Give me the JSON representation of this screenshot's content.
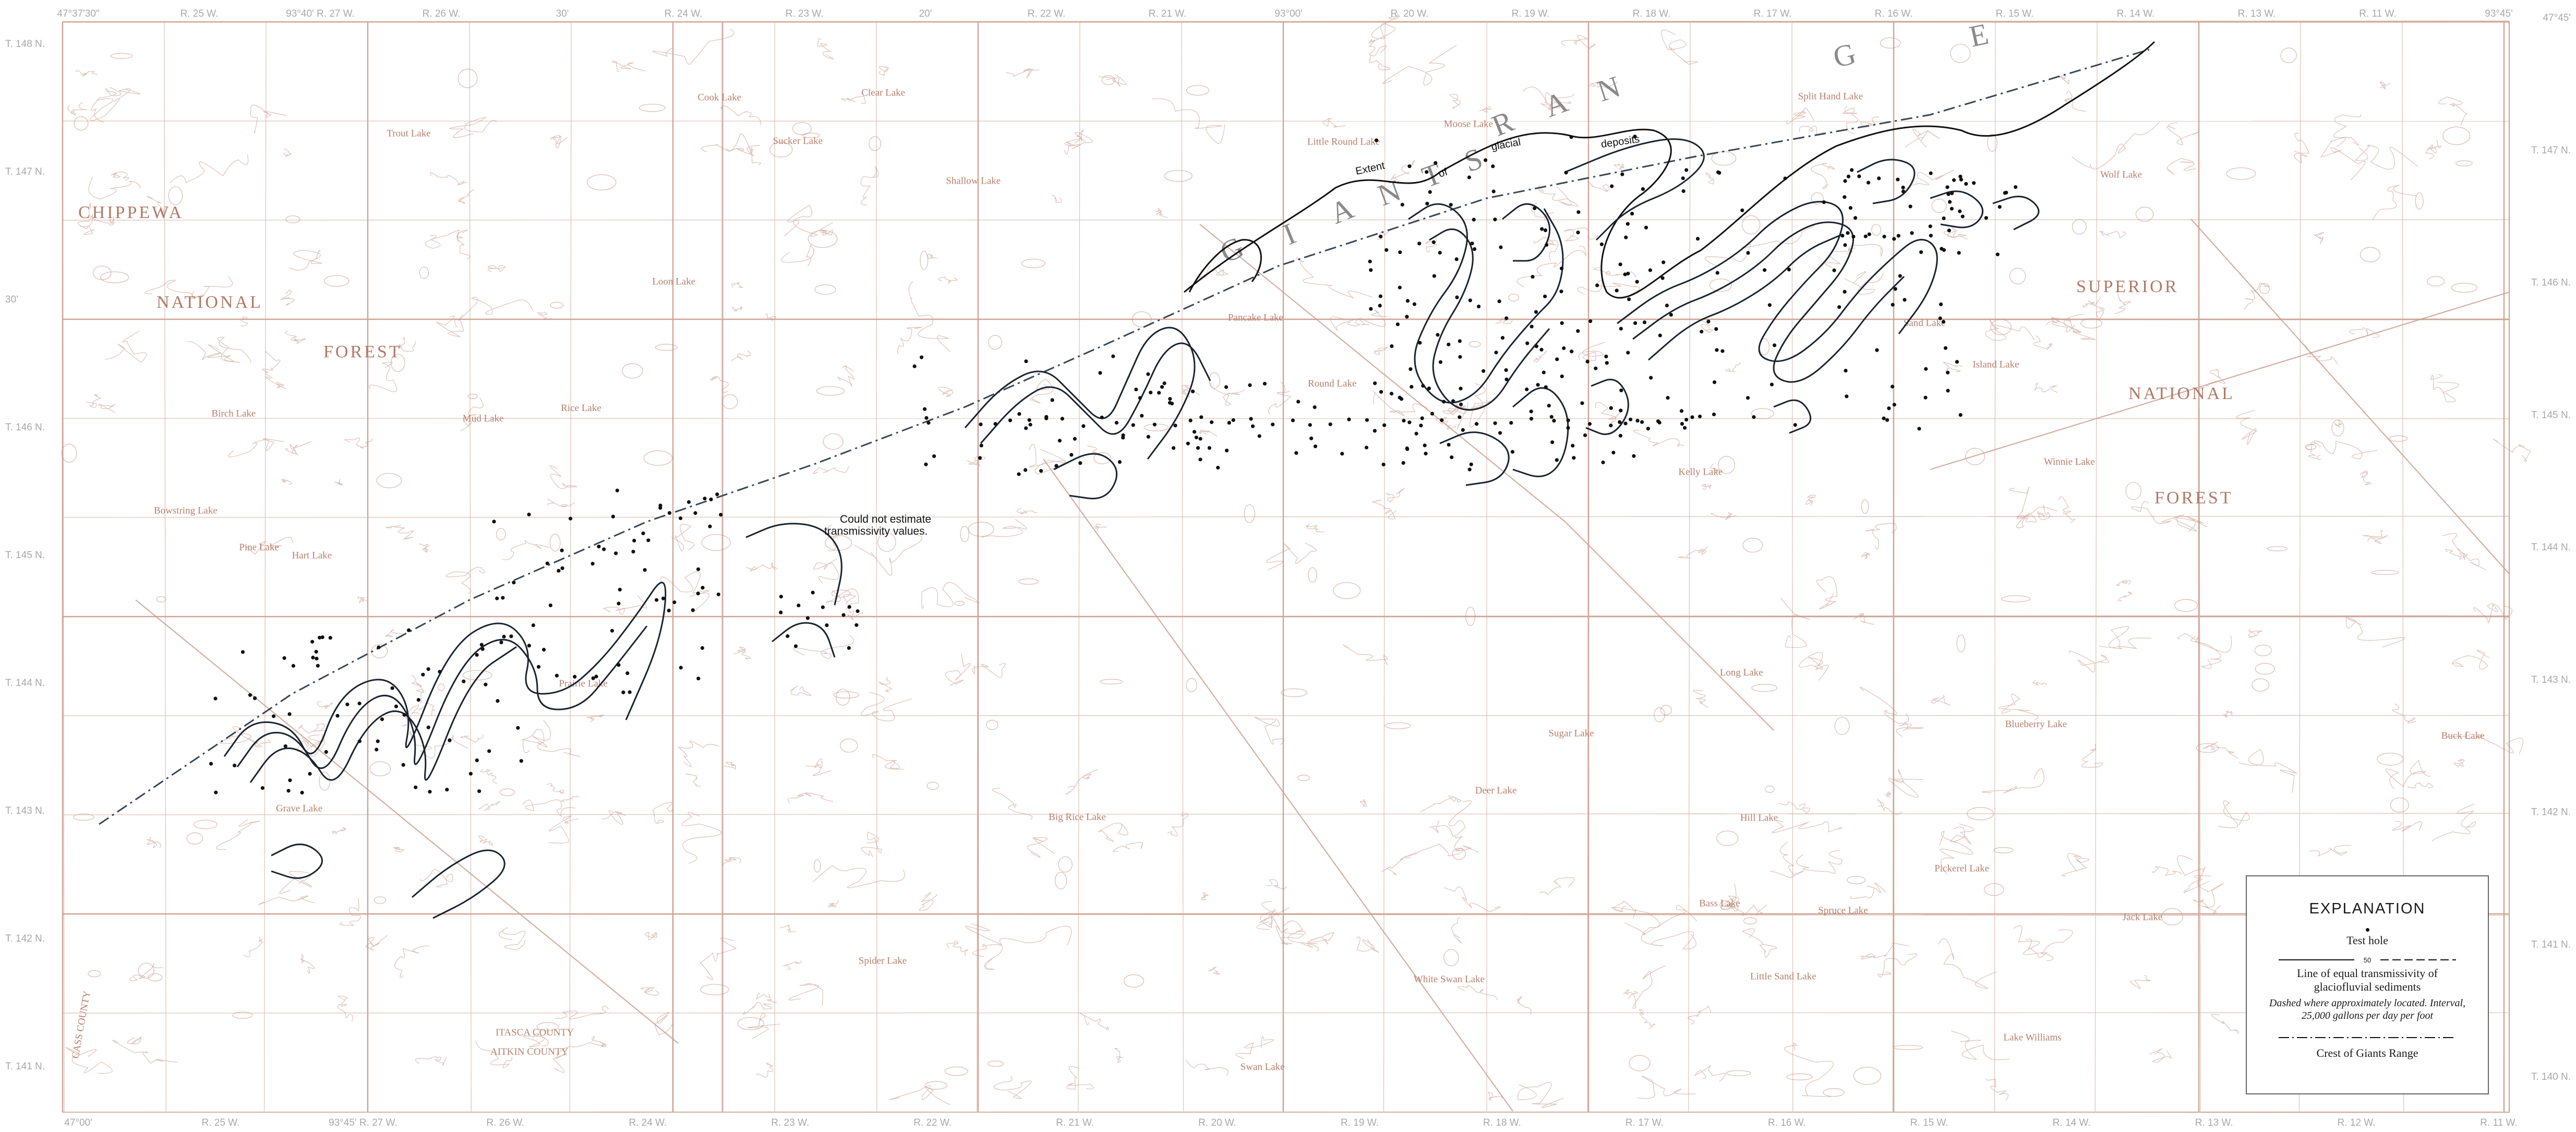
{
  "map": {
    "background_color": "#ffffff",
    "topo_color": "#c49585",
    "contour_color": "#1a2330"
  },
  "top_edge_labels": [
    "47°37'30\"",
    "R. 25 W.",
    "93°40' R. 27 W.",
    "R. 26 W.",
    "30'",
    "R. 24 W.",
    "R. 23 W.",
    "20'",
    "R. 22 W.",
    "R. 21 W.",
    "93°00'",
    "R. 20 W.",
    "R. 19 W.",
    "R. 18 W.",
    "R. 17 W.",
    "R. 16 W.",
    "R. 15 W.",
    "R. 14 W.",
    "R. 13 W.",
    "R. 11 W.",
    "93°45'"
  ],
  "bottom_edge_labels": [
    "47°00'",
    "R. 25 W.",
    "93°45' R. 27 W.",
    "R. 26 W.",
    "R. 24 W.",
    "R. 23 W.",
    "R. 22 W.",
    "R. 21 W.",
    "R. 20 W.",
    "R. 19 W.",
    "R. 18 W.",
    "R. 17 W.",
    "R. 16 W.",
    "R. 15 W.",
    "R. 14 W.",
    "R. 13 W.",
    "R. 12 W.",
    "R. 11 W."
  ],
  "left_edge_labels": [
    "T. 148 N.",
    "T. 147 N.",
    "30'",
    "T. 146 N.",
    "T. 145 N.",
    "T. 144 N.",
    "T. 143 N.",
    "T. 142 N.",
    "T. 141 N."
  ],
  "right_edge_labels": [
    "47°45'",
    "T. 147 N.",
    "T. 146 N.",
    "T. 145 N.",
    "T. 144 N.",
    "T. 143 N.",
    "T. 142 N.",
    "T. 141 N.",
    "T. 140 N."
  ],
  "region_labels": [
    "CHIPPEWA",
    "NATIONAL",
    "FOREST",
    "SUPERIOR",
    "NATIONAL",
    "FOREST"
  ],
  "range_label_letters": [
    "G",
    "I",
    "A",
    "N",
    "T",
    "S",
    "R",
    "A",
    "N",
    "G",
    "E"
  ],
  "lakes": [
    "Little Round Lake",
    "White Swan Lake",
    "Mud Lake",
    "Bowstring Lake",
    "Round Lake",
    "Rice Lake",
    "Moose Lake",
    "Island Lake",
    "Shallow Lake",
    "Pine Lake",
    "Sand Lake",
    "Wolf Lake",
    "Spider Lake",
    "Sugar Lake",
    "Buck Lake",
    "Long Lake",
    "Bass Lake",
    "Trout Lake",
    "Swan Lake",
    "Sucker Lake",
    "Deer Lake",
    "Birch Lake",
    "Pickerel Lake",
    "Little Sand Lake",
    "Split Hand Lake",
    "Pancake Lake",
    "Lake Williams",
    "Winnie Lake",
    "Spruce Lake",
    "Loon Lake",
    "Hill Lake",
    "Jack Lake",
    "Clear Lake",
    "Kelly Lake",
    "Prairie Lake",
    "Big Rice Lake",
    "Grave Lake",
    "Hart Lake",
    "Blueberry Lake",
    "Cook Lake"
  ],
  "counties": [
    "CASS COUNTY",
    "ITASCA COUNTY",
    "AITKIN COUNTY"
  ],
  "annotations": {
    "cannot_estimate": [
      "Could not estimate",
      "transmissivity values."
    ],
    "extent": [
      "Extent",
      "of",
      "glacial",
      "deposits"
    ]
  },
  "legend": {
    "title": "EXPLANATION",
    "test_hole_label": "Test hole",
    "contour_value": "50",
    "contour_label": "Line of equal transmissivity of glaciofluvial sediments",
    "contour_note": "Dashed where approximately located. Interval, 25,000 gallons per day per foot",
    "crest_label": "Crest of Giants Range"
  }
}
